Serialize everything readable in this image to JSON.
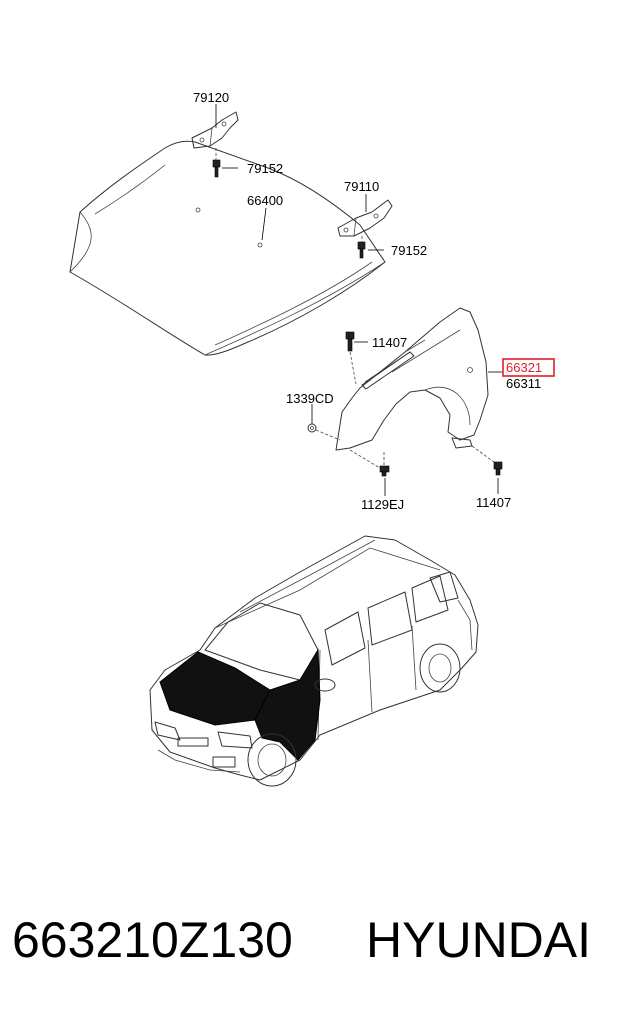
{
  "callouts": {
    "hinge_left": "79120",
    "bolt_left": "79152",
    "hood": "66400",
    "hinge_right": "79110",
    "bolt_right": "79152",
    "bolt_fender_top": "11407",
    "fender_highlighted": "66321",
    "fender_alt": "66311",
    "nut_fender": "1339CD",
    "screw_fender": "1129EJ",
    "bolt_fender_bottom": "11407"
  },
  "highlight_color": "#e0202a",
  "footer": {
    "part_number": "663210Z130",
    "brand": "HYUNDAI"
  }
}
